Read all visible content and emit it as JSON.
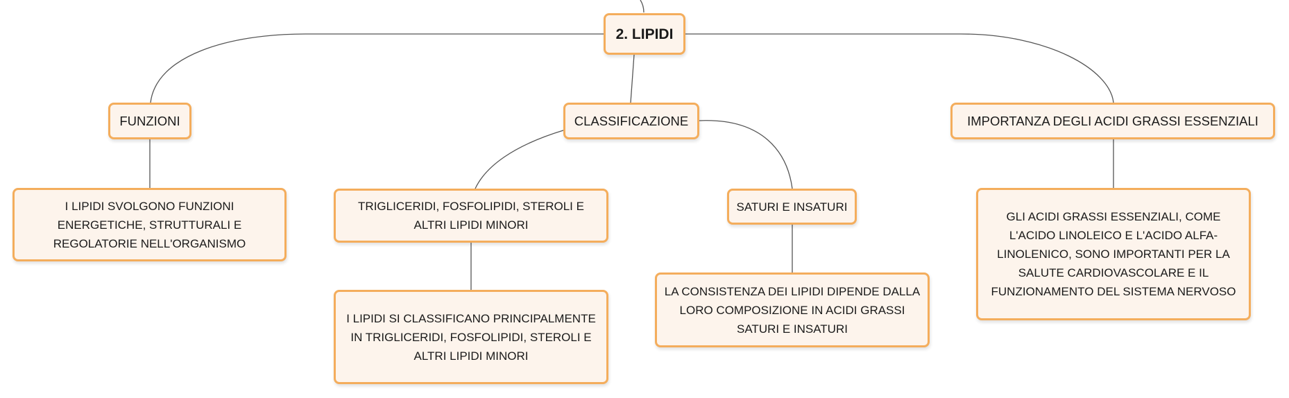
{
  "nodes": {
    "root": "2. LIPIDI",
    "funzioni": "FUNZIONI",
    "classificazione": "CLASSIFICAZIONE",
    "importanza": "IMPORTANZA DEGLI ACIDI GRASSI ESSENZIALI",
    "funzioni_desc": "I LIPIDI SVOLGONO FUNZIONI ENERGETICHE, STRUTTURALI E REGOLATORIE NELL'ORGANISMO",
    "trigliceridi": "TRIGLICERIDI, FOSFOLIPIDI, STEROLI E ALTRI LIPIDI MINORI",
    "saturi": "SATURI E INSATURI",
    "importanza_desc": "GLI ACIDI GRASSI ESSENZIALI, COME L'ACIDO LINOLEICO E L'ACIDO ALFA-LINOLENICO, SONO IMPORTANTI PER LA SALUTE CARDIOVASCOLARE E IL FUNZIONAMENTO DEL SISTEMA NERVOSO",
    "trigliceridi_desc": "I LIPIDI SI CLASSIFICANO PRINCIPALMENTE IN TRIGLICERIDI, FOSFOLIPIDI, STEROLI E ALTRI LIPIDI MINORI",
    "saturi_desc": "LA CONSISTENZA DEI LIPIDI DIPENDE DALLA LORO COMPOSIZIONE IN ACIDI GRASSI SATURI E INSATURI"
  },
  "colors": {
    "node_fill": "#fdf4ec",
    "node_border": "#f4ad5c",
    "edge": "#555555"
  }
}
